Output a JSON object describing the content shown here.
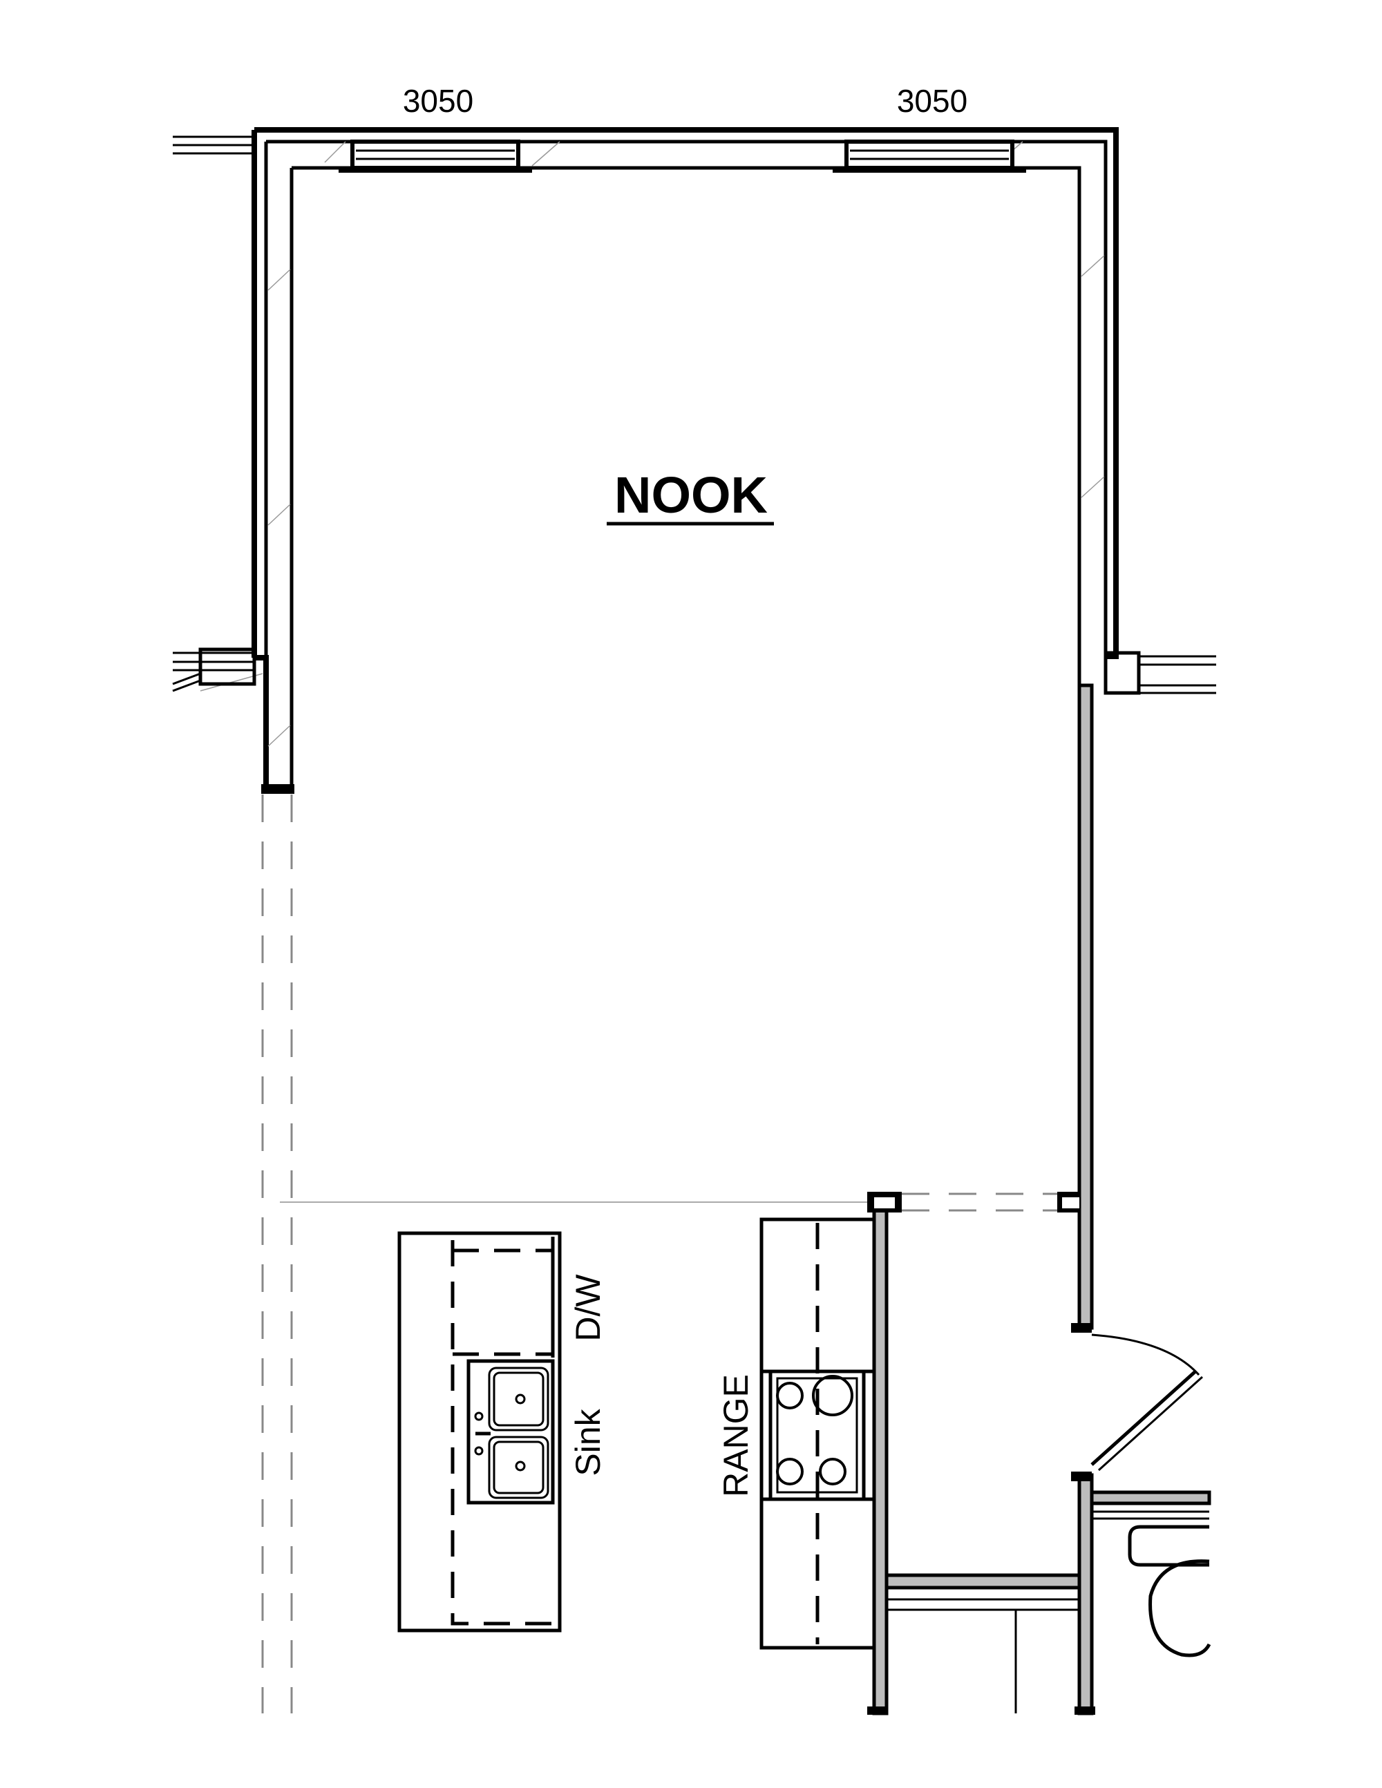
{
  "room": {
    "name": "NOOK"
  },
  "windows": [
    {
      "label": "3050"
    },
    {
      "label": "3050"
    }
  ],
  "fixtures": {
    "dishwasher": "D/W",
    "sink": "Sink",
    "range": "RANGE"
  },
  "colors": {
    "line": "#000000",
    "wall_fill": "#bdbdbd",
    "background": "#ffffff"
  }
}
